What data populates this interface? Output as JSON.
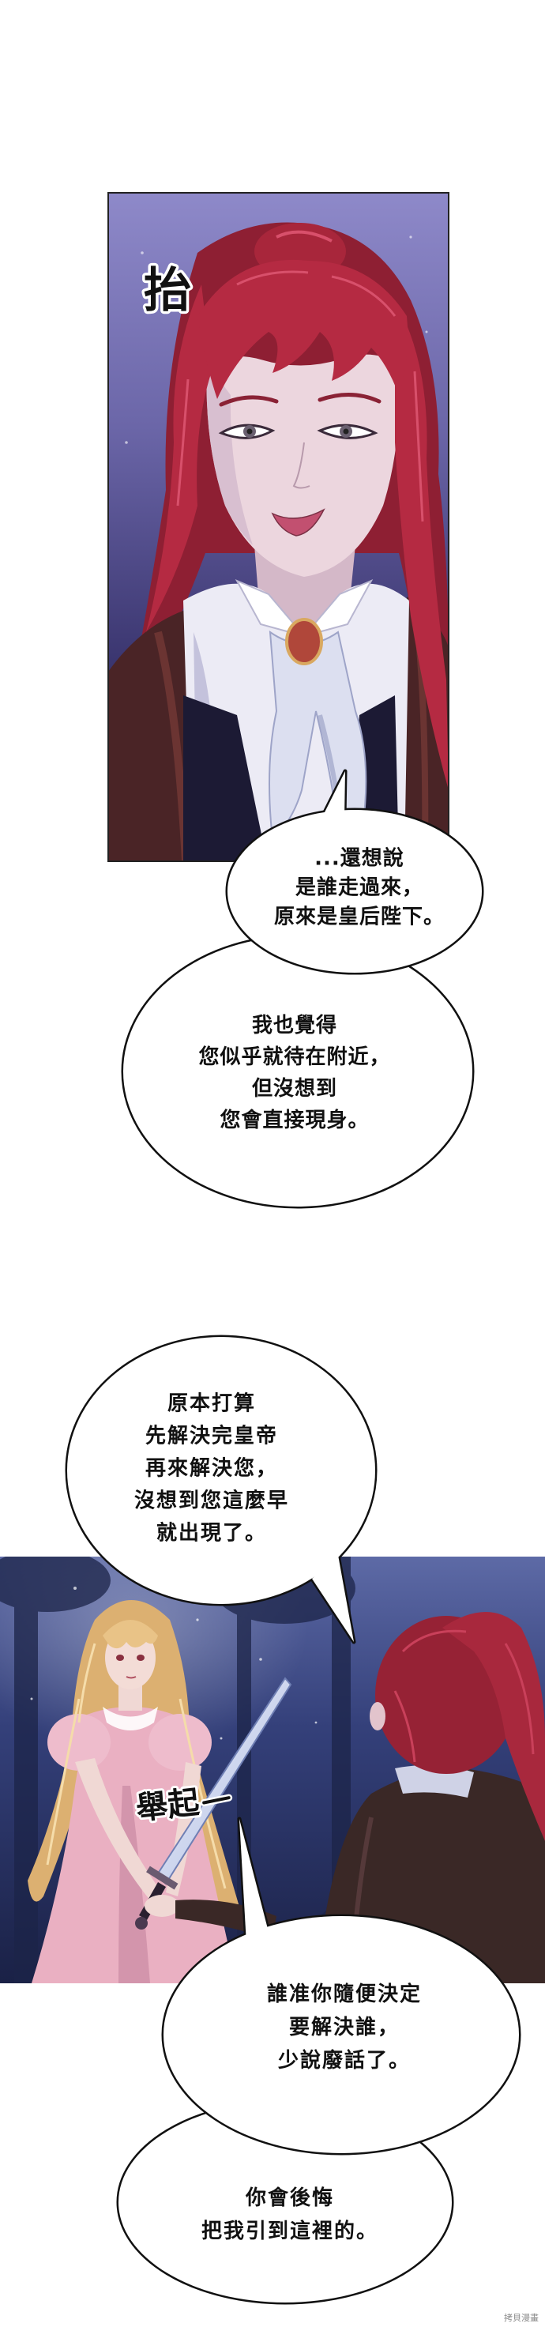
{
  "sound_effects": [
    "抬",
    "舉起"
  ],
  "bubbles": [
    {
      "lines": [
        "...還想說",
        "是誰走過來，",
        "原來是皇后陛下。"
      ]
    },
    {
      "lines": [
        "我也覺得",
        "您似乎就待在附近，",
        "但沒想到",
        "您會直接現身。"
      ]
    },
    {
      "lines": [
        "原本打算",
        "先解決完皇帝",
        "再來解決您，",
        "沒想到您這麼早",
        "就出現了。"
      ]
    },
    {
      "lines": [
        "誰准你隨便決定",
        "要解決誰，",
        "少說廢話了。"
      ]
    },
    {
      "lines": [
        "你會後悔",
        "把我引到這裡的。"
      ]
    }
  ],
  "watermark": "拷貝漫畫",
  "colors": {
    "page_background": "#ffffff",
    "bubble_fill": "#ffffff",
    "bubble_outline": "#111111",
    "text": "#111111",
    "night_sky": "#6b66a8",
    "forest_night": "#2a3564",
    "red_hair": "#b52a42",
    "blonde_hair": "#e9c387",
    "pink_dress": "#eab0c2"
  }
}
